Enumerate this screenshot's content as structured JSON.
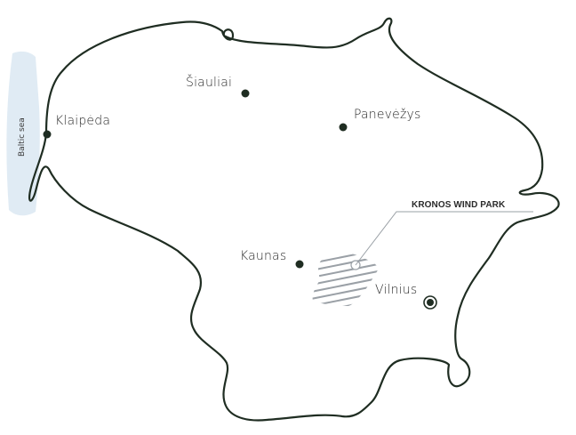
{
  "colors": {
    "border": "#1f2d22",
    "sea": "#dde9f3",
    "city_dot": "#1f2d22",
    "hatch": "#9aa0a6",
    "text": "#2b2b2b"
  },
  "sea": {
    "label": "Baltic sea"
  },
  "cities": [
    {
      "id": "klaipeda",
      "label": "Klaipėda"
    },
    {
      "id": "siauliai",
      "label": "Šiauliai"
    },
    {
      "id": "panevezys",
      "label": "Panevėžys"
    },
    {
      "id": "kaunas",
      "label": "Kaunas"
    },
    {
      "id": "vilnius",
      "label": "Vilnius",
      "capital": true
    }
  ],
  "wind_park": {
    "label": "KRONOS WIND PARK",
    "icon": "hatched-area-icon"
  }
}
